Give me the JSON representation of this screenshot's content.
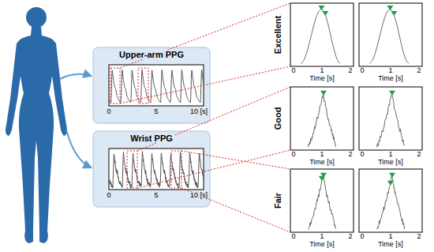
{
  "diagram": {
    "nodes": [
      {
        "text": [
          "Upper-arm PPG",
          "0",
          "5",
          "10 [s]"
        ]
      },
      {
        "text": [
          "Wrist PPG",
          "0",
          "5",
          "10 [s]"
        ]
      }
    ],
    "labels": [
      "Excellent",
      "0",
      "1",
      "2",
      "Time [s]",
      "0",
      "1",
      "2",
      "Time [s]",
      "Good",
      "0",
      "1",
      "2",
      "Time [s]",
      "0",
      "1",
      "2",
      "Time [s]",
      "Fair",
      "0",
      "1",
      "2",
      "Time [s]",
      "0",
      "1",
      "2",
      "Time [s]"
    ]
  }
}
